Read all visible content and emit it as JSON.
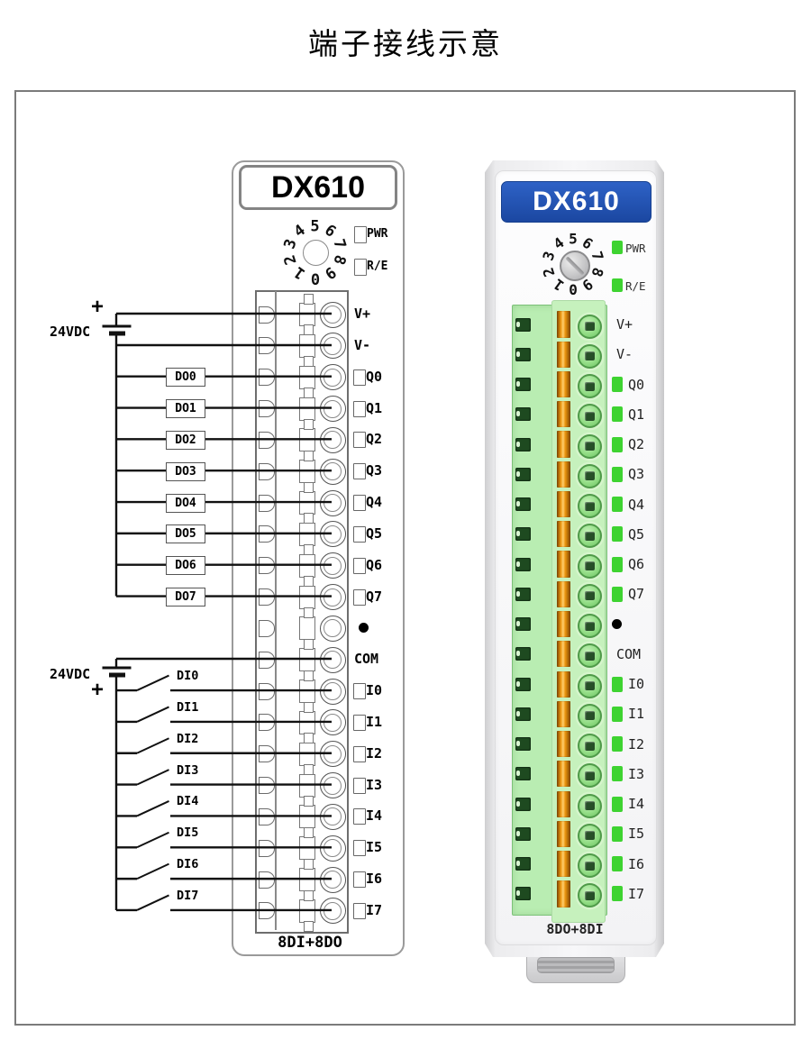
{
  "title": "端子接线示意",
  "colors": {
    "banner_blue": "#1c4ba6",
    "led_green": "#3ed331",
    "block_green": "#b9edb2",
    "strip_green": "#c6f1bd",
    "hole_green": "#1e4a20",
    "orange": "#e9940f",
    "wire": "#111111"
  },
  "left_module": {
    "model": "DX610",
    "indicators": [
      {
        "label": "PWR"
      },
      {
        "label": "R/E"
      }
    ],
    "rotary_digits": [
      "5",
      "6",
      "7",
      "8",
      "9",
      "0",
      "1",
      "2",
      "3",
      "4"
    ],
    "power_supplies": [
      {
        "label": "24VDC",
        "polarity": "+",
        "position": "top"
      },
      {
        "label": "24VDC",
        "polarity": "+",
        "position": "bottom"
      }
    ],
    "output_loads": [
      "DO0",
      "DO1",
      "DO2",
      "DO3",
      "DO4",
      "DO5",
      "DO6",
      "DO7"
    ],
    "input_switches": [
      "DI0",
      "DI1",
      "DI2",
      "DI3",
      "DI4",
      "DI5",
      "DI6",
      "DI7"
    ],
    "terminals": [
      {
        "label": "V+",
        "led": false
      },
      {
        "label": "V-",
        "led": false
      },
      {
        "label": "Q0",
        "led": true
      },
      {
        "label": "Q1",
        "led": true
      },
      {
        "label": "Q2",
        "led": true
      },
      {
        "label": "Q3",
        "led": true
      },
      {
        "label": "Q4",
        "led": true
      },
      {
        "label": "Q5",
        "led": true
      },
      {
        "label": "Q6",
        "led": true
      },
      {
        "label": "Q7",
        "led": true
      },
      {
        "label": "●",
        "led": false,
        "dot": true
      },
      {
        "label": "COM",
        "led": false
      },
      {
        "label": "I0",
        "led": true
      },
      {
        "label": "I1",
        "led": true
      },
      {
        "label": "I2",
        "led": true
      },
      {
        "label": "I3",
        "led": true
      },
      {
        "label": "I4",
        "led": true
      },
      {
        "label": "I5",
        "led": true
      },
      {
        "label": "I6",
        "led": true
      },
      {
        "label": "I7",
        "led": true
      }
    ],
    "bottom_label": "8DI+8DO"
  },
  "right_module": {
    "model": "DX610",
    "indicators": [
      {
        "label": "PWR"
      },
      {
        "label": "R/E"
      }
    ],
    "rotary_digits": [
      "5",
      "6",
      "7",
      "8",
      "9",
      "0",
      "1",
      "2",
      "3",
      "4"
    ],
    "terminals": [
      {
        "label": "V+",
        "led": false
      },
      {
        "label": "V-",
        "led": false
      },
      {
        "label": "Q0",
        "led": true
      },
      {
        "label": "Q1",
        "led": true
      },
      {
        "label": "Q2",
        "led": true
      },
      {
        "label": "Q3",
        "led": true
      },
      {
        "label": "Q4",
        "led": true
      },
      {
        "label": "Q5",
        "led": true
      },
      {
        "label": "Q6",
        "led": true
      },
      {
        "label": "Q7",
        "led": true
      },
      {
        "label": "●",
        "led": false,
        "dot": true
      },
      {
        "label": "COM",
        "led": false
      },
      {
        "label": "I0",
        "led": true
      },
      {
        "label": "I1",
        "led": true
      },
      {
        "label": "I2",
        "led": true
      },
      {
        "label": "I3",
        "led": true
      },
      {
        "label": "I4",
        "led": true
      },
      {
        "label": "I5",
        "led": true
      },
      {
        "label": "I6",
        "led": true
      },
      {
        "label": "I7",
        "led": true
      }
    ],
    "bottom_label": "8DO+8DI"
  }
}
